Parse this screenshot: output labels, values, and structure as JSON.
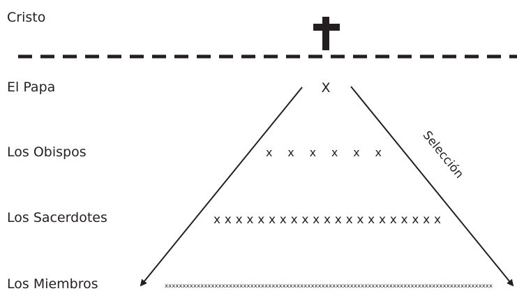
{
  "levels": [
    {
      "label": "Cristo"
    },
    {
      "label": "El Papa",
      "marks": "X"
    },
    {
      "label": "Los Obispos",
      "marks": "x x x x x x"
    },
    {
      "label": "Los Sacerdotes",
      "marks": "xxxxxxxxxxxxxxxxxxxxx"
    },
    {
      "label": "Los Miembros",
      "marks": "xxxxxxxxxxxxxxxxxxxxxxxxxxxxxxxxxxxxxxxxxxxxxxxxxxxxxxxxxxxxxxxxxxxxxxxxxxxxxxxxxxxxxxxxxxxx"
    }
  ],
  "arrow_label": "Selección",
  "icons": {
    "top": "cross-icon"
  },
  "colors": {
    "ink": "#231f20"
  }
}
